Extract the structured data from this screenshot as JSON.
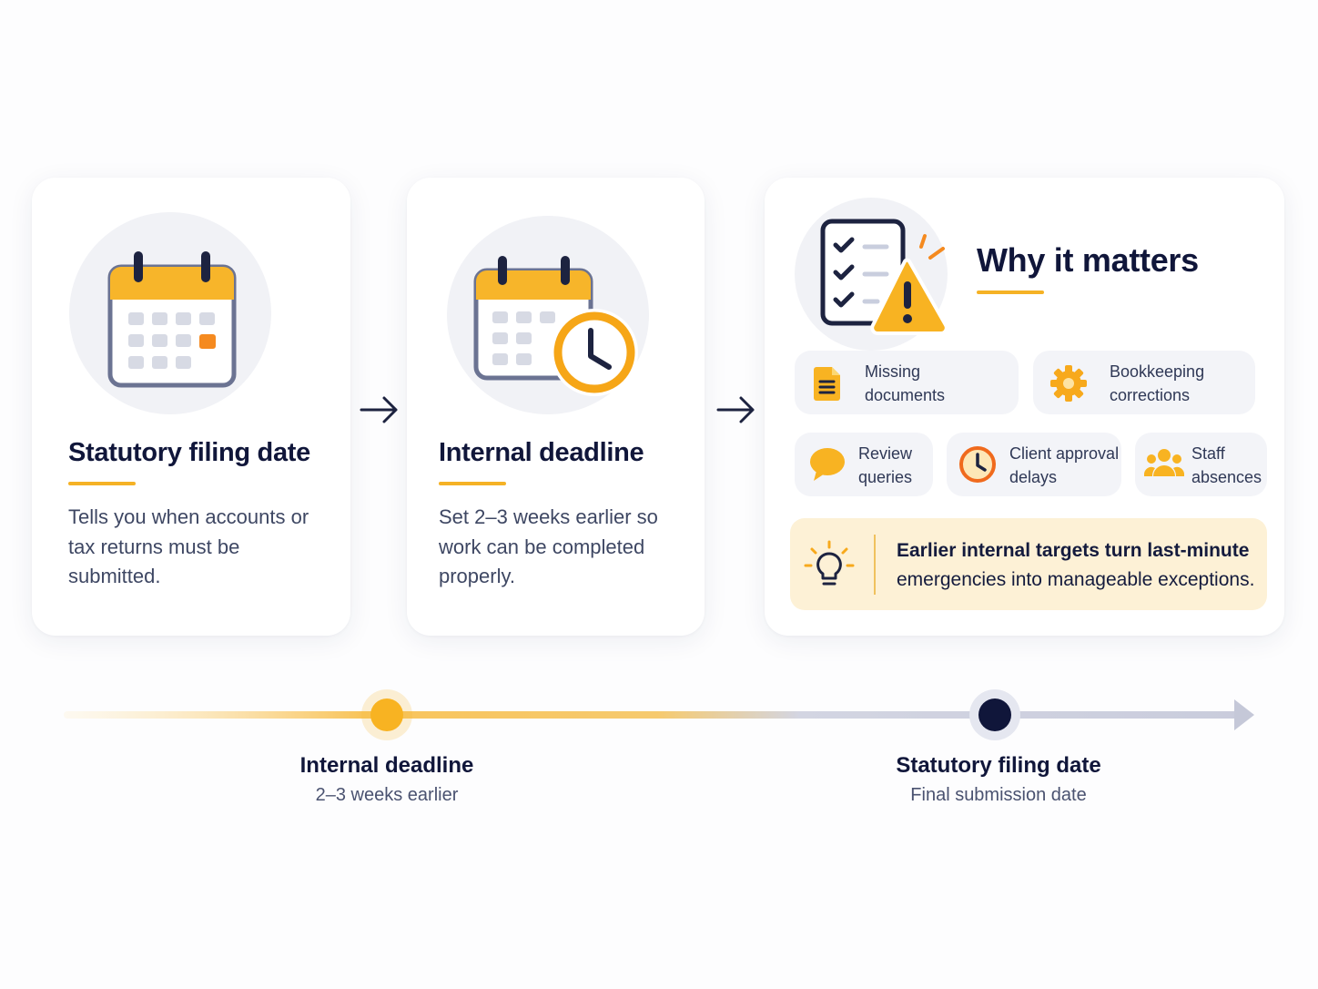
{
  "steps": [
    {
      "title": "Statutory filing date",
      "description": "Tells you when accounts or tax returns must be submitted.",
      "icon": "calendar-icon"
    },
    {
      "title": "Internal deadline",
      "description": "Set 2–3 weeks earlier so work can be completed properly.",
      "icon": "calendar-clock-icon"
    }
  ],
  "why": {
    "title": "Why it matters",
    "icon": "checklist-warning-icon",
    "reasons": [
      {
        "label": "Missing documents",
        "icon": "document-icon"
      },
      {
        "label": "Bookkeeping corrections",
        "icon": "gear-icon"
      },
      {
        "label": "Review queries",
        "icon": "speech-bubble-icon"
      },
      {
        "label": "Client approval delays",
        "icon": "clock-icon"
      },
      {
        "label": "Staff absences",
        "icon": "people-icon"
      }
    ],
    "callout": {
      "bold": "Earlier internal targets turn last-minute",
      "rest": "emergencies into manageable exceptions.",
      "icon": "lightbulb-icon"
    }
  },
  "timeline": {
    "milestones": [
      {
        "label": "Internal deadline",
        "sub": "2–3 weeks earlier"
      },
      {
        "label": "Statutory filing date",
        "sub": "Final submission date"
      }
    ]
  },
  "colors": {
    "accent": "#f5b225",
    "navy": "#10163a",
    "callout_bg": "#fdf1d6"
  }
}
